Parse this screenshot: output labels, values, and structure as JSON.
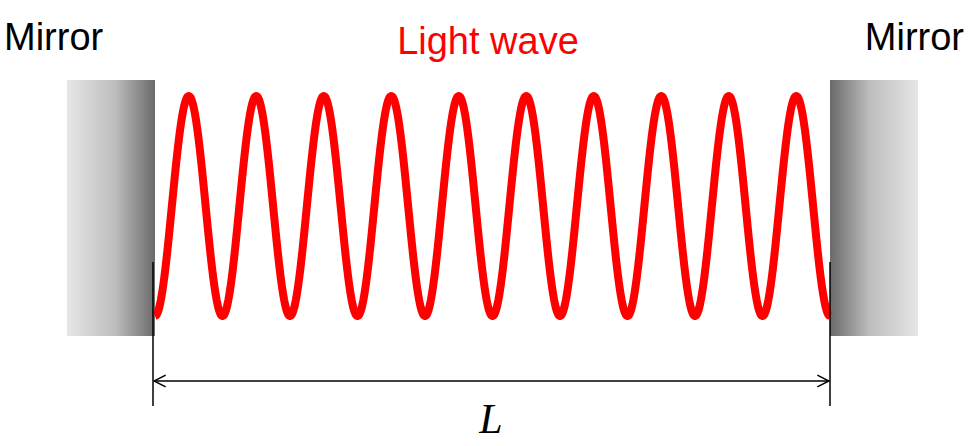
{
  "diagram": {
    "labels": [
      "Mirror",
      "Light wave",
      "Mirror",
      "L"
    ]
  }
}
